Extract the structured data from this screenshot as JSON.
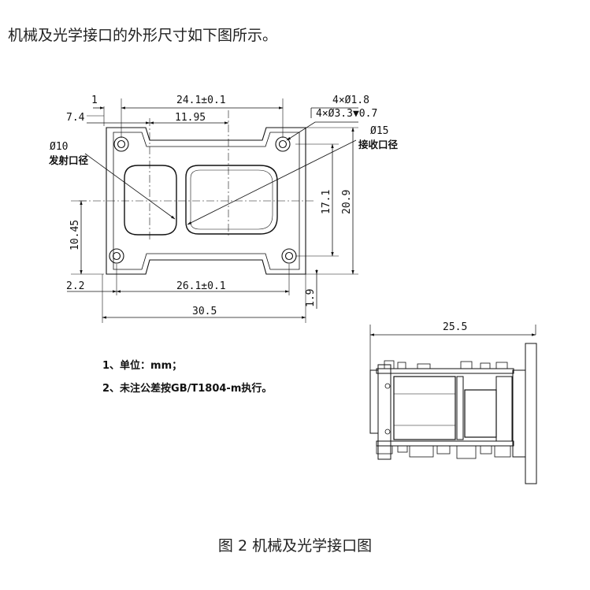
{
  "intro_text": "机械及光学接口的外形尺寸如下图所示。",
  "caption": "图 2  机械及光学接口图",
  "front_view": {
    "dims": {
      "d_1": "1",
      "d_24_1": "24.1±0.1",
      "d_7_4": "7.4",
      "d_11_95": "11.95",
      "d_hole_1": "4×Ø1.8",
      "d_hole_2": "4×Ø3.3▼0.7",
      "d_phi15": "Ø15",
      "d_phi10": "Ø10",
      "d_17_1": "17.1",
      "d_20_9": "20.9",
      "d_10_45": "10.45",
      "d_2_2": "2.2",
      "d_26_1": "26.1±0.1",
      "d_1_9": "1.9",
      "d_30_5": "30.5"
    },
    "labels": {
      "receive_port": "接收口径",
      "emit_port": "发射口径"
    }
  },
  "notes": [
    "1、单位：mm；",
    "2、未注公差按GB/T1804-m执行。"
  ],
  "side_view": {
    "d_25_5": "25.5"
  }
}
